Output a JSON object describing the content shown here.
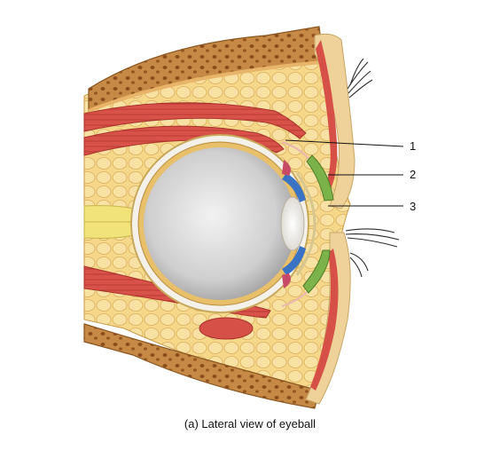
{
  "labels": [
    {
      "id": "1",
      "text": "1"
    },
    {
      "id": "2",
      "text": "2"
    },
    {
      "id": "3",
      "text": "3"
    }
  ],
  "caption": "(a)  Lateral view of eyeball",
  "colors": {
    "fat": "#f3d27e",
    "bone": "#b0702e",
    "muscle": "#d9534a",
    "sclera": "#f4f1ea",
    "vitreous": "#c9c9c9",
    "iris": "#3a73c4",
    "gland": "#7bb24a",
    "nerve": "#f2e27a"
  }
}
